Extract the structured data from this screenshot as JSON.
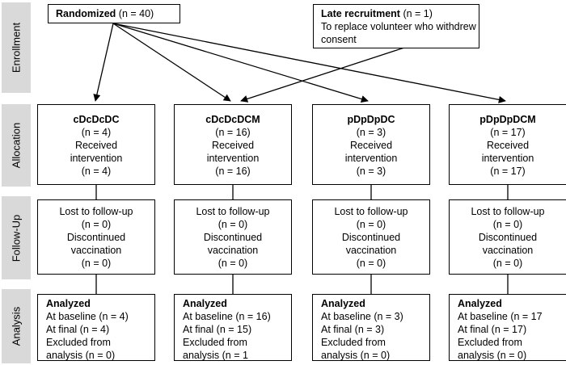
{
  "stages": [
    "Enrollment",
    "Allocation",
    "Follow-Up",
    "Analysis"
  ],
  "enrollment": {
    "randomized": {
      "label": "Randomized",
      "count": "(n = 40)"
    },
    "late": {
      "label": "Late recruitment",
      "count": "(n = 1)",
      "note": [
        "To replace volunteer who withdrew",
        "consent"
      ]
    }
  },
  "groups": [
    {
      "name": "cDcDcDC",
      "allocation": [
        "(n = 4)",
        "Received",
        "intervention",
        "(n = 4)"
      ],
      "followup": [
        "Lost to follow-up",
        "(n = 0)",
        "Discontinued",
        "vaccination",
        "(n = 0)"
      ],
      "analysis_title": "Analyzed",
      "analysis": [
        "At baseline (n = 4)",
        "At final (n = 4)",
        "Excluded from",
        "analysis (n = 0)"
      ]
    },
    {
      "name": "cDcDcDCM",
      "allocation": [
        "(n = 16)",
        "Received",
        "intervention",
        "(n = 16)"
      ],
      "followup": [
        "Lost to follow-up",
        "(n = 0)",
        "Discontinued",
        "vaccination",
        "(n = 0)"
      ],
      "analysis_title": "Analyzed",
      "analysis": [
        "At baseline (n = 16)",
        "At final (n = 15)",
        "Excluded from",
        "analysis (n = 1"
      ]
    },
    {
      "name": "pDpDpDC",
      "allocation": [
        "(n = 3)",
        "Received",
        "intervention",
        "(n = 3)"
      ],
      "followup": [
        "Lost to follow-up",
        "(n = 0)",
        "Discontinued",
        "vaccination",
        "(n = 0)"
      ],
      "analysis_title": "Analyzed",
      "analysis": [
        "At baseline (n = 3)",
        "At final (n = 3)",
        "Excluded from",
        "analysis (n = 0)"
      ]
    },
    {
      "name": "pDpDpDCM",
      "allocation": [
        "(n = 17)",
        "Received",
        "intervention",
        "(n = 17)"
      ],
      "followup": [
        "Lost to follow-up",
        "(n = 0)",
        "Discontinued",
        "vaccination",
        "(n = 0)"
      ],
      "analysis_title": "Analyzed",
      "analysis": [
        "At baseline (n = 17",
        "At final (n = 17)",
        "Excluded from",
        "analysis (n = 0)"
      ]
    }
  ]
}
